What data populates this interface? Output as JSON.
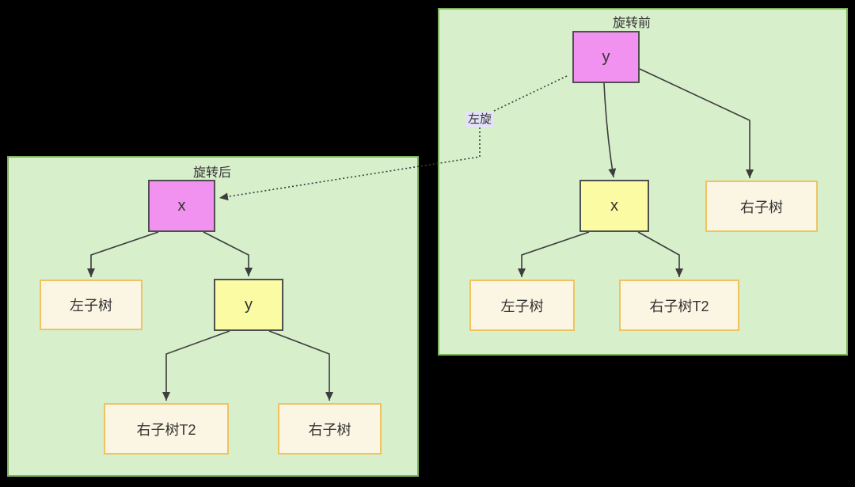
{
  "diagram": {
    "rotation_label": "左旋",
    "before": {
      "title": "旋转前",
      "root": "y",
      "left_child": "x",
      "right_subtree": "右子树",
      "left_subtree": "左子树",
      "subtree_t2": "右子树T2"
    },
    "after": {
      "title": "旋转后",
      "root": "x",
      "right_child": "y",
      "left_subtree": "左子树",
      "subtree_t2": "右子树T2",
      "right_subtree": "右子树"
    }
  },
  "colors": {
    "canvas_bg": "#000000",
    "panel_fill": "#d7efca",
    "panel_border": "#7eb35e",
    "node_pink": "#f292f0",
    "node_yellow": "#fbfba3",
    "node_border": "#4f4f4f",
    "subtree_fill": "#fbf5e3",
    "subtree_border": "#f0c360",
    "edge_color": "#3d3d3d",
    "rotation_label_bg": "#e4e2f8"
  }
}
